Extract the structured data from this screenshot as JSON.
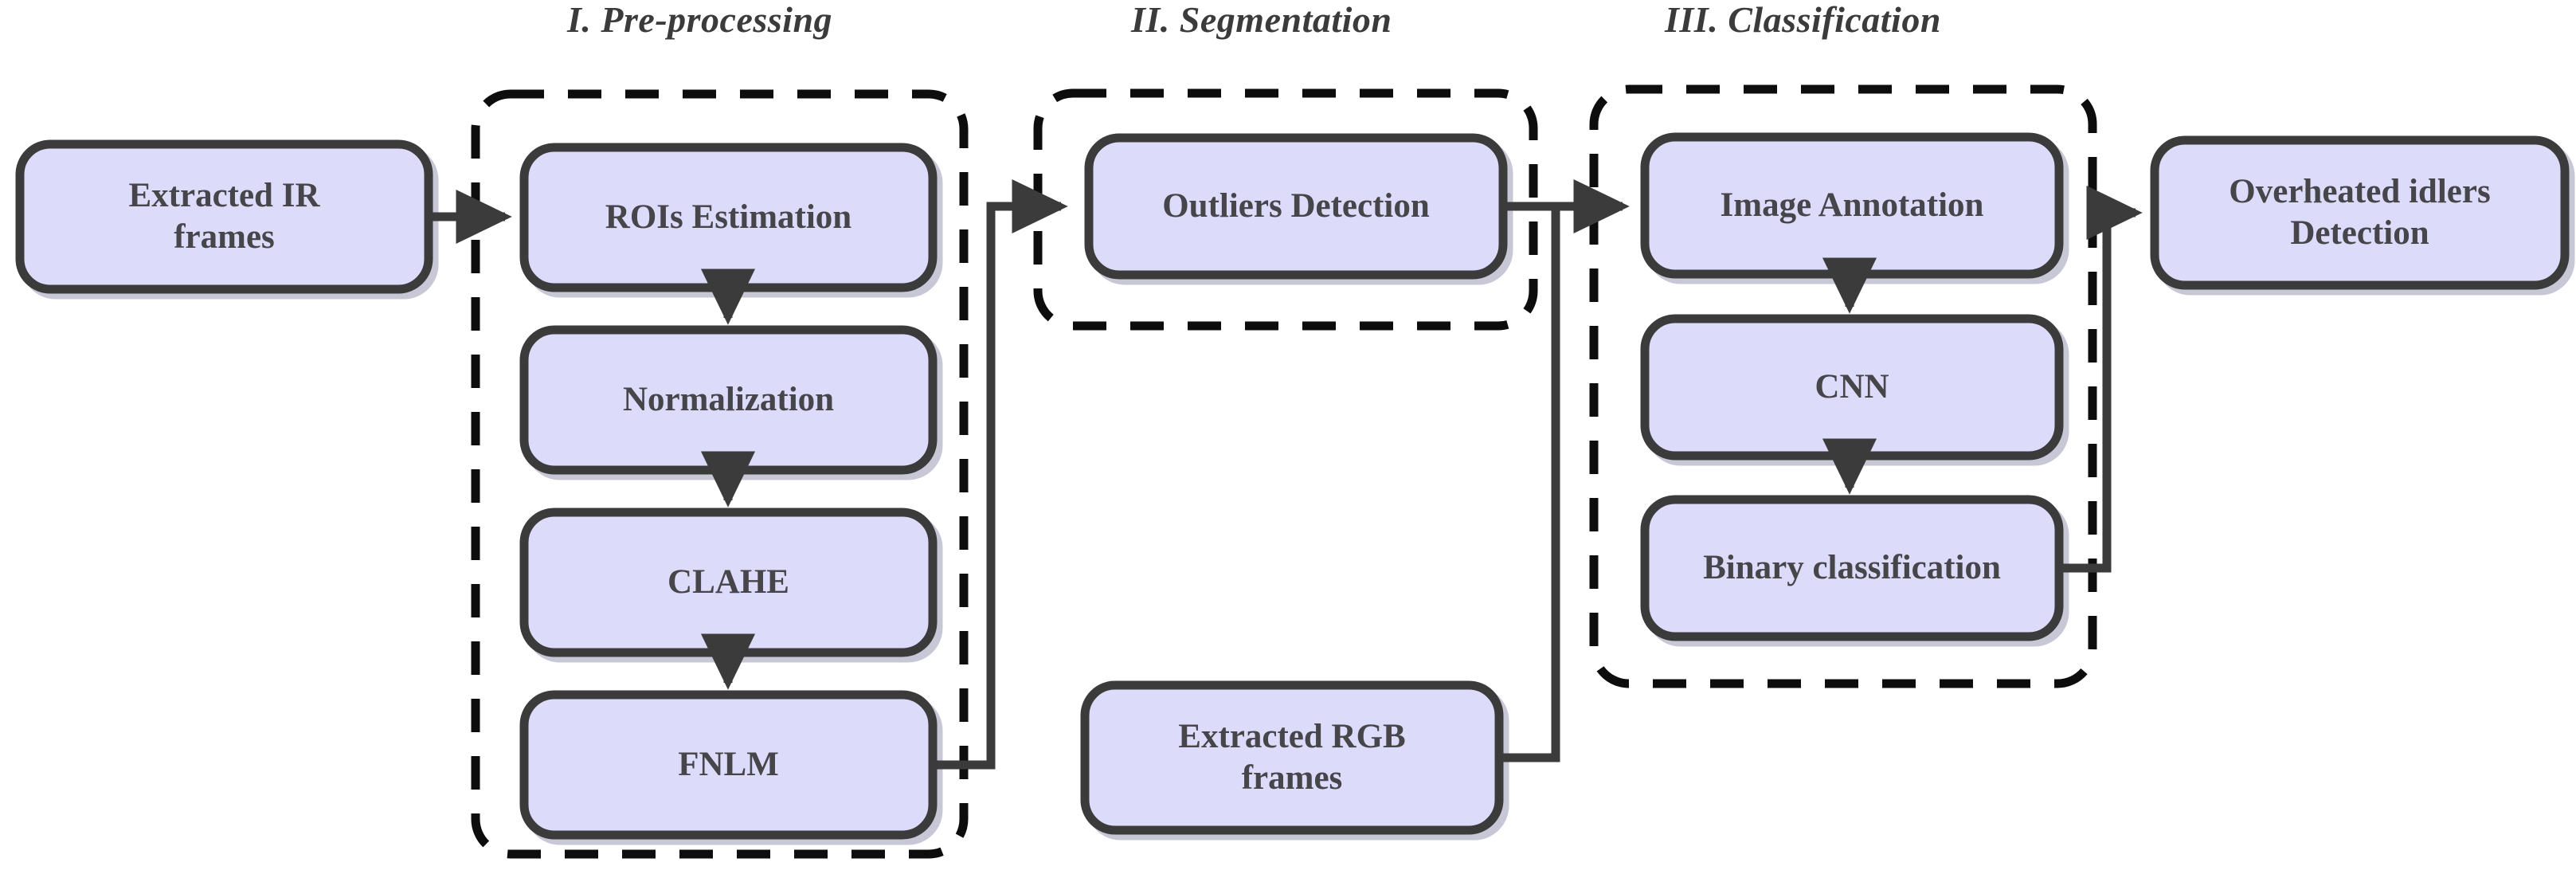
{
  "diagram": {
    "title_row": [
      {
        "id": "sec-1",
        "label": "I. Pre-processing"
      },
      {
        "id": "sec-2",
        "label": "II. Segmentation"
      },
      {
        "id": "sec-3",
        "label": "III. Classification"
      }
    ],
    "colors": {
      "node_fill": "#dcdcfa",
      "node_stroke": "#3b3b3b",
      "group_stroke": "#0d0d0d",
      "text": "#45454a",
      "title_text": "#3b3b3b",
      "arrow": "#3b3b3b",
      "background": "#ffffff"
    },
    "groups": [
      {
        "id": "group-pre-processing",
        "caption": "I. Pre-processing",
        "style": "dashed"
      },
      {
        "id": "group-segmentation",
        "caption": "II. Segmentation",
        "style": "dashed"
      },
      {
        "id": "group-classification",
        "caption": "III. Classification",
        "style": "dashed"
      }
    ],
    "nodes": [
      {
        "id": "extracted-ir-frames",
        "label": "Extracted IR frames",
        "lines": [
          "Extracted IR",
          "frames"
        ],
        "group": null
      },
      {
        "id": "rois-estimation",
        "label": "ROIs Estimation",
        "lines": [
          "ROIs Estimation"
        ],
        "group": "group-pre-processing"
      },
      {
        "id": "normalization",
        "label": "Normalization",
        "lines": [
          "Normalization"
        ],
        "group": "group-pre-processing"
      },
      {
        "id": "clahe",
        "label": "CLAHE",
        "lines": [
          "CLAHE"
        ],
        "group": "group-pre-processing"
      },
      {
        "id": "fnlm",
        "label": "FNLM",
        "lines": [
          "FNLM"
        ],
        "group": "group-pre-processing"
      },
      {
        "id": "outliers-detection",
        "label": "Outliers Detection",
        "lines": [
          "Outliers Detection"
        ],
        "group": "group-segmentation"
      },
      {
        "id": "extracted-rgb-frames",
        "label": "Extracted RGB frames",
        "lines": [
          "Extracted RGB",
          "frames"
        ],
        "group": null
      },
      {
        "id": "image-annotation",
        "label": "Image Annotation",
        "lines": [
          "Image Annotation"
        ],
        "group": "group-classification"
      },
      {
        "id": "cnn",
        "label": "CNN",
        "lines": [
          "CNN"
        ],
        "group": "group-classification"
      },
      {
        "id": "binary-classification",
        "label": "Binary classification",
        "lines": [
          "Binary classification"
        ],
        "group": "group-classification"
      },
      {
        "id": "overheated-idlers-detection",
        "label": "Overheated idlers Detection",
        "lines": [
          "Overheated idlers",
          "Detection"
        ],
        "group": null
      }
    ],
    "edges": [
      {
        "from": "extracted-ir-frames",
        "to": "rois-estimation",
        "kind": "straight-right"
      },
      {
        "from": "rois-estimation",
        "to": "normalization",
        "kind": "straight-down"
      },
      {
        "from": "normalization",
        "to": "clahe",
        "kind": "straight-down"
      },
      {
        "from": "clahe",
        "to": "fnlm",
        "kind": "straight-down"
      },
      {
        "from": "fnlm",
        "to": "outliers-detection",
        "kind": "elbow-right-up"
      },
      {
        "from": "outliers-detection",
        "to": "image-annotation",
        "kind": "elbow-right"
      },
      {
        "from": "extracted-rgb-frames",
        "to": "image-annotation",
        "kind": "elbow-right-up"
      },
      {
        "from": "image-annotation",
        "to": "cnn",
        "kind": "straight-down"
      },
      {
        "from": "cnn",
        "to": "binary-classification",
        "kind": "straight-down"
      },
      {
        "from": "binary-classification",
        "to": "overheated-idlers-detection",
        "kind": "elbow-right-up"
      }
    ]
  }
}
